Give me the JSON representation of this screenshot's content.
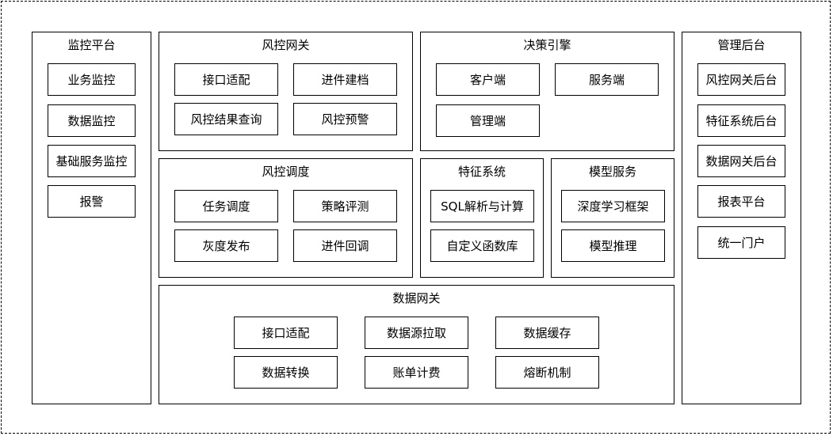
{
  "monitor": {
    "title": "监控平台",
    "items": [
      "业务监控",
      "数据监控",
      "基础服务监控",
      "报警"
    ]
  },
  "gateway": {
    "title": "风控网关",
    "items": [
      "接口适配",
      "进件建档",
      "风控结果查询",
      "风控预警"
    ]
  },
  "decision": {
    "title": "决策引擎",
    "items": [
      "客户端",
      "服务端",
      "管理端"
    ]
  },
  "admin": {
    "title": "管理后台",
    "items": [
      "风控网关后台",
      "特征系统后台",
      "数据网关后台",
      "报表平台",
      "统一门户"
    ]
  },
  "schedule": {
    "title": "风控调度",
    "items": [
      "任务调度",
      "策略评测",
      "灰度发布",
      "进件回调"
    ]
  },
  "feature": {
    "title": "特征系统",
    "items": [
      "SQL解析与计算",
      "自定义函数库"
    ]
  },
  "model": {
    "title": "模型服务",
    "items": [
      "深度学习框架",
      "模型推理"
    ]
  },
  "datagw": {
    "title": "数据网关",
    "items": [
      "接口适配",
      "数据源拉取",
      "数据缓存",
      "数据转换",
      "账单计费",
      "熔断机制"
    ]
  }
}
